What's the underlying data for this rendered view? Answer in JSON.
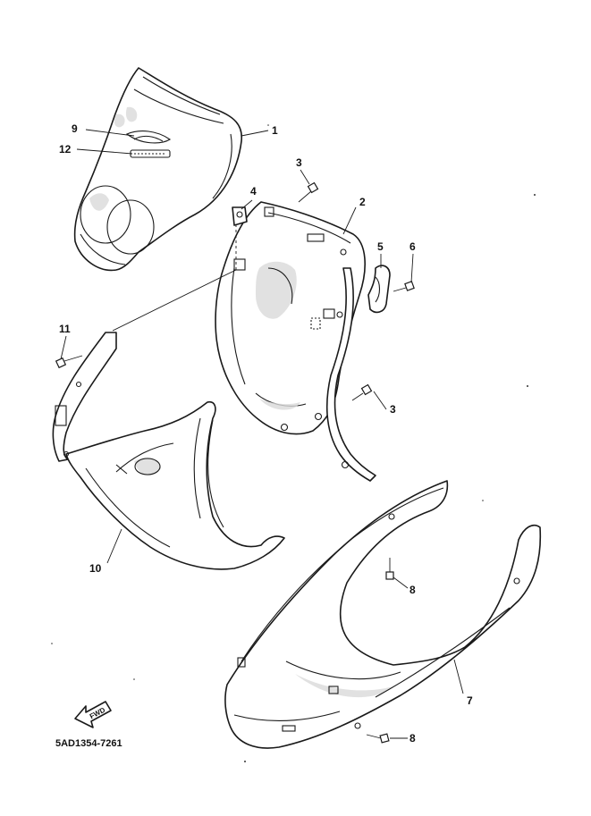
{
  "diagram": {
    "callouts": {
      "c1": "1",
      "c2": "2",
      "c3a": "3",
      "c3b": "3",
      "c4": "4",
      "c5": "5",
      "c6": "6",
      "c7": "7",
      "c8a": "8",
      "c8b": "8",
      "c9": "9",
      "c10": "10",
      "c11": "11",
      "c12": "12"
    },
    "drawing_code": "5AD1354-7261",
    "forward_arrow_label": "FWD"
  }
}
